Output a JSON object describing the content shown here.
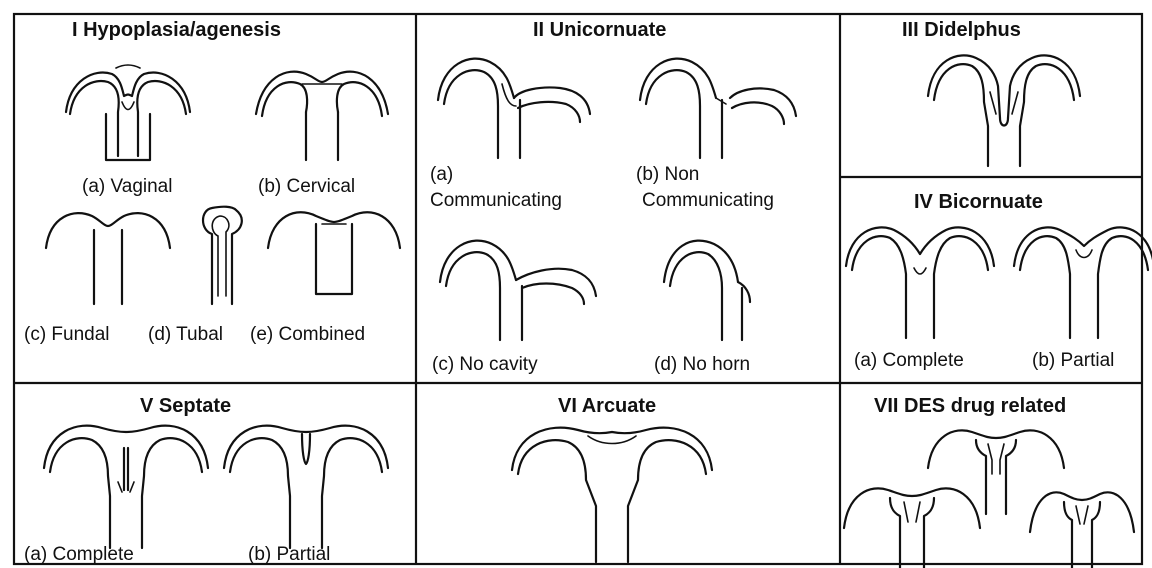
{
  "panels": {
    "p1": {
      "title": "I   Hypoplasia/agenesis",
      "captions": [
        "(a) Vaginal",
        "(b) Cervical",
        "(c) Fundal",
        "(d) Tubal",
        "(e) Combined"
      ]
    },
    "p2": {
      "title": "II   Unicornuate",
      "captions": [
        "(a)",
        "Communicating",
        "(b) Non",
        "Communicating",
        "(c) No cavity",
        "(d) No horn"
      ]
    },
    "p3": {
      "title": "III   Didelphus",
      "captions": []
    },
    "p4": {
      "title": "IV   Bicornuate",
      "captions": [
        "(a) Complete",
        "(b) Partial"
      ]
    },
    "p5": {
      "title": "V   Septate",
      "captions": [
        "(a) Complete",
        "(b) Partial"
      ]
    },
    "p6": {
      "title": "VI   Arcuate",
      "captions": []
    },
    "p7": {
      "title": "VII   DES drug related",
      "captions": []
    }
  },
  "colors": {
    "ink": "#111111",
    "background": "#ffffff"
  }
}
